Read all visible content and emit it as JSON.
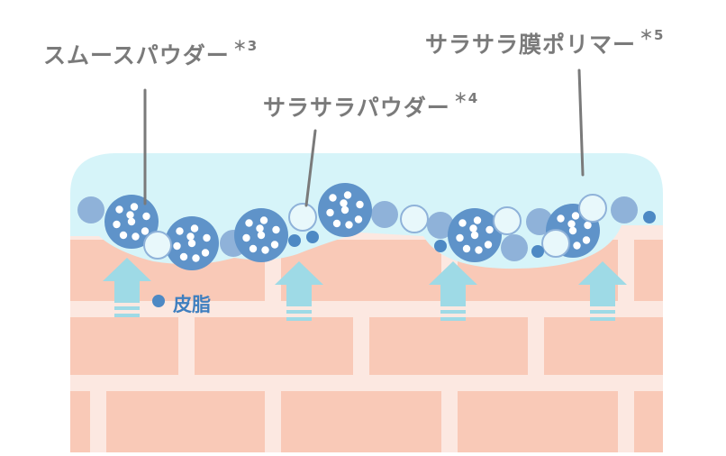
{
  "labels": {
    "smooth_powder": {
      "text": "スムースパウダー",
      "mark": "＊3"
    },
    "sarasara_powder": {
      "text": "サラサラパウダー",
      "mark": "＊4"
    },
    "sarasara_polymer": {
      "text": "サラサラ膜ポリマー",
      "mark": "＊5"
    },
    "sebum": "皮脂"
  },
  "colors": {
    "skin_brick": "#f9c9b7",
    "skin_mortar": "#fce8e1",
    "film": "#d6f4f9",
    "film_edge": "#b8e8f2",
    "particle_large": "#5f93c9",
    "particle_mid": "#8fb2d9",
    "particle_small": "#4d89c4",
    "particle_white": "#e8f8fb",
    "arrow": "#9edae6",
    "leader_line": "#7a7a7a",
    "label_text": "#7a7a7a",
    "sebum_text": "#3f7fbf"
  },
  "icons": {
    "sebum_dot": "filled-circle",
    "arrow": "upward-arrow"
  }
}
